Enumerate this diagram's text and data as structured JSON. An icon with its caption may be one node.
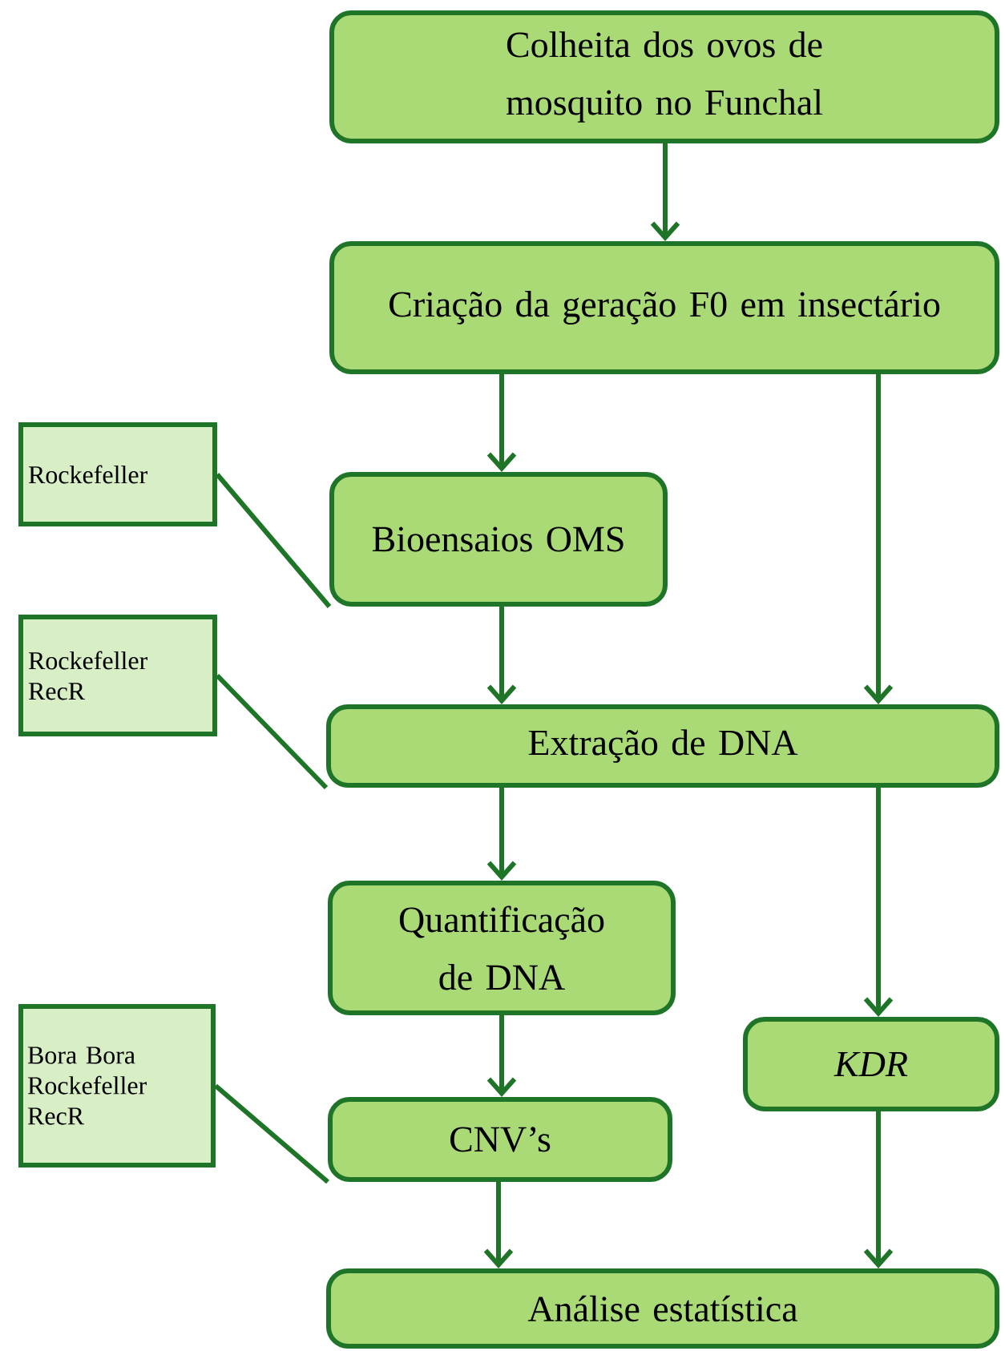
{
  "diagram": {
    "nodes": [
      {
        "text": [
          "Colheita dos ovos de mosquito no Funchal"
        ]
      },
      {
        "text": [
          "Criação da geração F0 em insectário"
        ]
      },
      {
        "text": [
          "Rockefeller"
        ]
      },
      {
        "text": [
          "Bioensaios OMS"
        ]
      },
      {
        "text": [
          "Rockefeller RecR"
        ]
      },
      {
        "text": [
          "Extração de DNA"
        ]
      },
      {
        "text": [
          "Quantificação de DNA"
        ]
      },
      {
        "text": [
          "Bora Bora Rockefeller RecR"
        ]
      },
      {
        "text": [
          "KDR"
        ]
      },
      {
        "text": [
          "CNV’s"
        ]
      },
      {
        "text": [
          "Análise estatística"
        ]
      }
    ],
    "edges": [
      {
        "from": 0,
        "to": 1,
        "arrow": "to"
      },
      {
        "from": 1,
        "to": 3,
        "arrow": "to"
      },
      {
        "from": 1,
        "to": 5,
        "arrow": "to"
      },
      {
        "from": 2,
        "to": 3,
        "arrow": "none"
      },
      {
        "from": 3,
        "to": 5,
        "arrow": "to"
      },
      {
        "from": 4,
        "to": 5,
        "arrow": "none"
      },
      {
        "from": 5,
        "to": 6,
        "arrow": "to"
      },
      {
        "from": 5,
        "to": 8,
        "arrow": "to"
      },
      {
        "from": 6,
        "to": 9,
        "arrow": "to"
      },
      {
        "from": 7,
        "to": 9,
        "arrow": "none"
      },
      {
        "from": 9,
        "to": 10,
        "arrow": "to"
      },
      {
        "from": 8,
        "to": 10,
        "arrow": "to"
      }
    ]
  }
}
